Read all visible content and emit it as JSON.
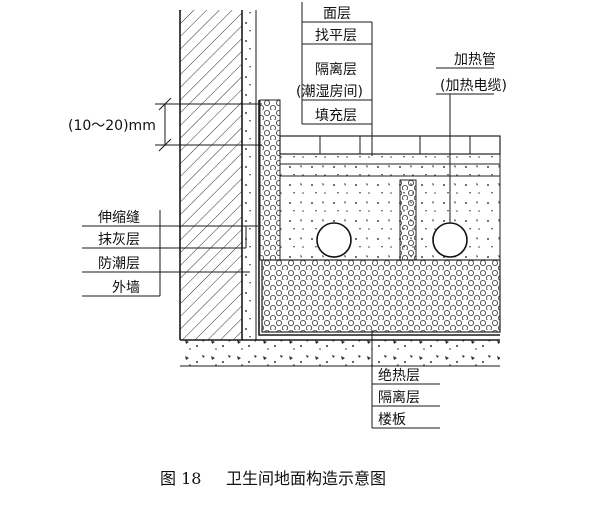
{
  "labels": {
    "surface": "面层",
    "leveling": "找平层",
    "isolation": "隔离层",
    "isolation_note": "(潮湿房间)",
    "fill": "填充层",
    "heating_pipe": "加热管",
    "heating_pipe_note": "(加热电缆)",
    "gap": "(10～20)mm",
    "expansion_joint": "伸缩缝",
    "plaster": "抹灰层",
    "moisture_proof": "防潮层",
    "outer_wall": "外墙",
    "insulation": "绝热层",
    "isolation_bottom": "隔离层",
    "floor_slab": "楼板"
  },
  "caption": {
    "number": "图 18",
    "title": "卫生间地面构造示意图"
  }
}
